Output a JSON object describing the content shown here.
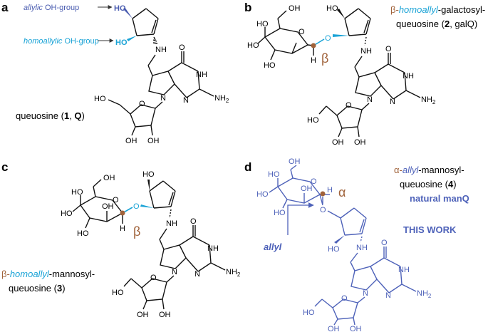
{
  "colors": {
    "black": "#111111",
    "blue": "#4a5cb0",
    "cyan": "#1aa3d6",
    "brown": "#a0623a",
    "panel_d": "#4e62b9"
  },
  "panels": {
    "a": {
      "letter": "a",
      "allylic_label_prefix": "allylic",
      "allylic_label_suffix": " OH-group",
      "homoallylic_label_prefix": "homoallylic",
      "homoallylic_label_suffix": " OH-group",
      "caption_prefix": "queuosine (",
      "caption_num": "1",
      "caption_mid": ", ",
      "caption_abbr": "Q",
      "caption_suffix": ")"
    },
    "b": {
      "letter": "b",
      "caption_line1_beta": "β-",
      "caption_line1_homoallyl": "homoallyl",
      "caption_line1_rest": "-galactosyl-",
      "caption_line2_prefix": "queuosine (",
      "caption_line2_num": "2",
      "caption_line2_rest": ", galQ)",
      "anomer": "β"
    },
    "c": {
      "letter": "c",
      "caption_line1_beta": "β-",
      "caption_line1_homoallyl": "homoallyl",
      "caption_line1_rest": "-mannosyl-",
      "caption_line2_prefix": "queuosine (",
      "caption_line2_num": "3",
      "caption_line2_suffix": ")",
      "anomer": "β"
    },
    "d": {
      "letter": "d",
      "caption_line1_alpha": "α-",
      "caption_line1_allyl": "allyl",
      "caption_line1_rest": "-mannosyl-",
      "caption_line2_prefix": "queuosine (",
      "caption_line2_num": "4",
      "caption_line2_suffix": ")",
      "natural": "natural manQ",
      "this_work": "THIS WORK",
      "allyl_tag": "allyl",
      "anomer": "α"
    }
  },
  "atoms": {
    "HO": "HO",
    "OH": "OH",
    "NH": "NH",
    "N": "N",
    "O": "O",
    "H": "H",
    "NH2_main": "NH",
    "NH2_sub": "2"
  }
}
